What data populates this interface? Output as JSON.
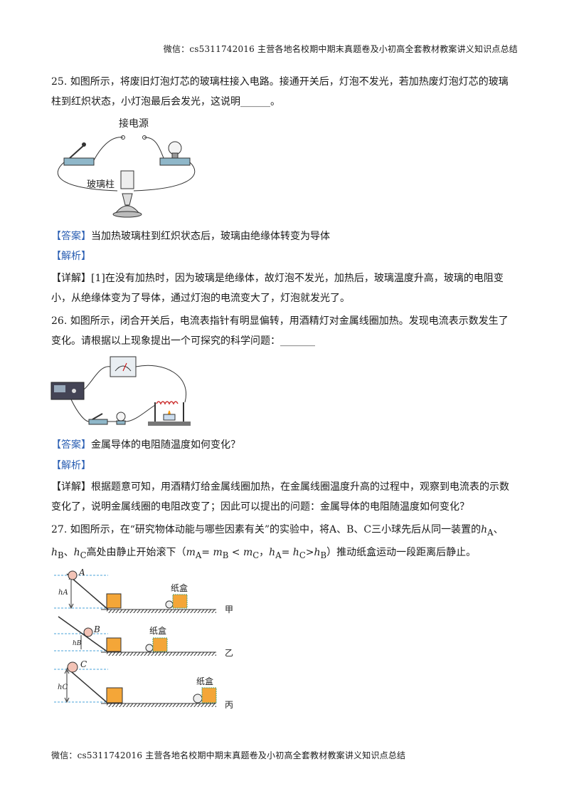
{
  "header": "微信：cs5311742016  主营各地名校期中期末真题卷及小初高全套教材教案讲义知识点总结",
  "footer": "微信：cs5311742016  主营各地名校期中期末真题卷及小初高全套教材教案讲义知识点总结",
  "q25": {
    "question": "25. 如图所示，将废旧灯泡灯芯的玻璃柱接入电路。接通开关后，灯泡不发光，若加热废灯泡灯芯的玻璃柱到红炽状态，小灯泡最后会发光，这说明______。",
    "figure_label_power": "接电源",
    "figure_label_glass": "玻璃柱",
    "answer_tag": "【答案】",
    "answer": "当加热玻璃柱到红炽状态后，玻璃由绝缘体转变为导体",
    "analysis_tag": "【解析】",
    "detail_tag": "【详解】",
    "detail": "[1]在没有加热时，因为玻璃是绝缘体，故灯泡不发光，加热后，玻璃温度升高，玻璃的电阻变小，从绝缘体变为了导体，通过灯泡的电流变大了，灯泡就发光了。"
  },
  "q26": {
    "question": "26. 如图所示，闭合开关后，电流表指针有明显偏转，用酒精灯对金属线圈加热。发现电流表示数发生了变化。请根据以上现象提出一个可探究的科学问题：_______",
    "answer_tag": "【答案】",
    "answer": "金属导体的电阻随温度如何变化？",
    "analysis_tag": "【解析】",
    "detail_tag": "【详解】",
    "detail": "根据题意可知，用酒精灯给金属线圈加热，在金属线圈温度升高的过程中，观察到电流表的示数变化了，说明金属线圈的电阻改变了；因此可以提出的问题：金属导体的电阻随温度如何变化？"
  },
  "q27": {
    "intro": "27. 如图所示，在“研究物体动能与哪些因素有关”的实验中，将A、B、C三小球先后从同一装置的",
    "h_a_main": "h",
    "h_a_sub": "A",
    "sep1": "、",
    "h_b_main": "h",
    "h_b_sub": "B",
    "sep2": "、",
    "h_c_main": "h",
    "h_c_sub": "C",
    "mid": "高处由静止开始滚下（",
    "m_a": "m",
    "m_a_sub": "A",
    "eq1": "= ",
    "m_b": "m",
    "m_b_sub": "B",
    "lt": " < ",
    "m_c": "m",
    "m_c_sub": "C",
    "comma": "，",
    "h_a2": "h",
    "h_a2_sub": "A",
    "eq2": "= ",
    "h_c2": "h",
    "h_c2_sub": "C",
    "gt": ">",
    "h_b2": "h",
    "h_b2_sub": "B",
    "end": "）推动纸盒运动一段距离后静止。",
    "figure": {
      "ball_a": "A",
      "ball_b": "B",
      "ball_c": "C",
      "height_a": "hA",
      "height_b": "hB",
      "height_c": "hC",
      "box_label": "纸盒",
      "row1": "甲",
      "row2": "乙",
      "row3": "丙"
    }
  }
}
